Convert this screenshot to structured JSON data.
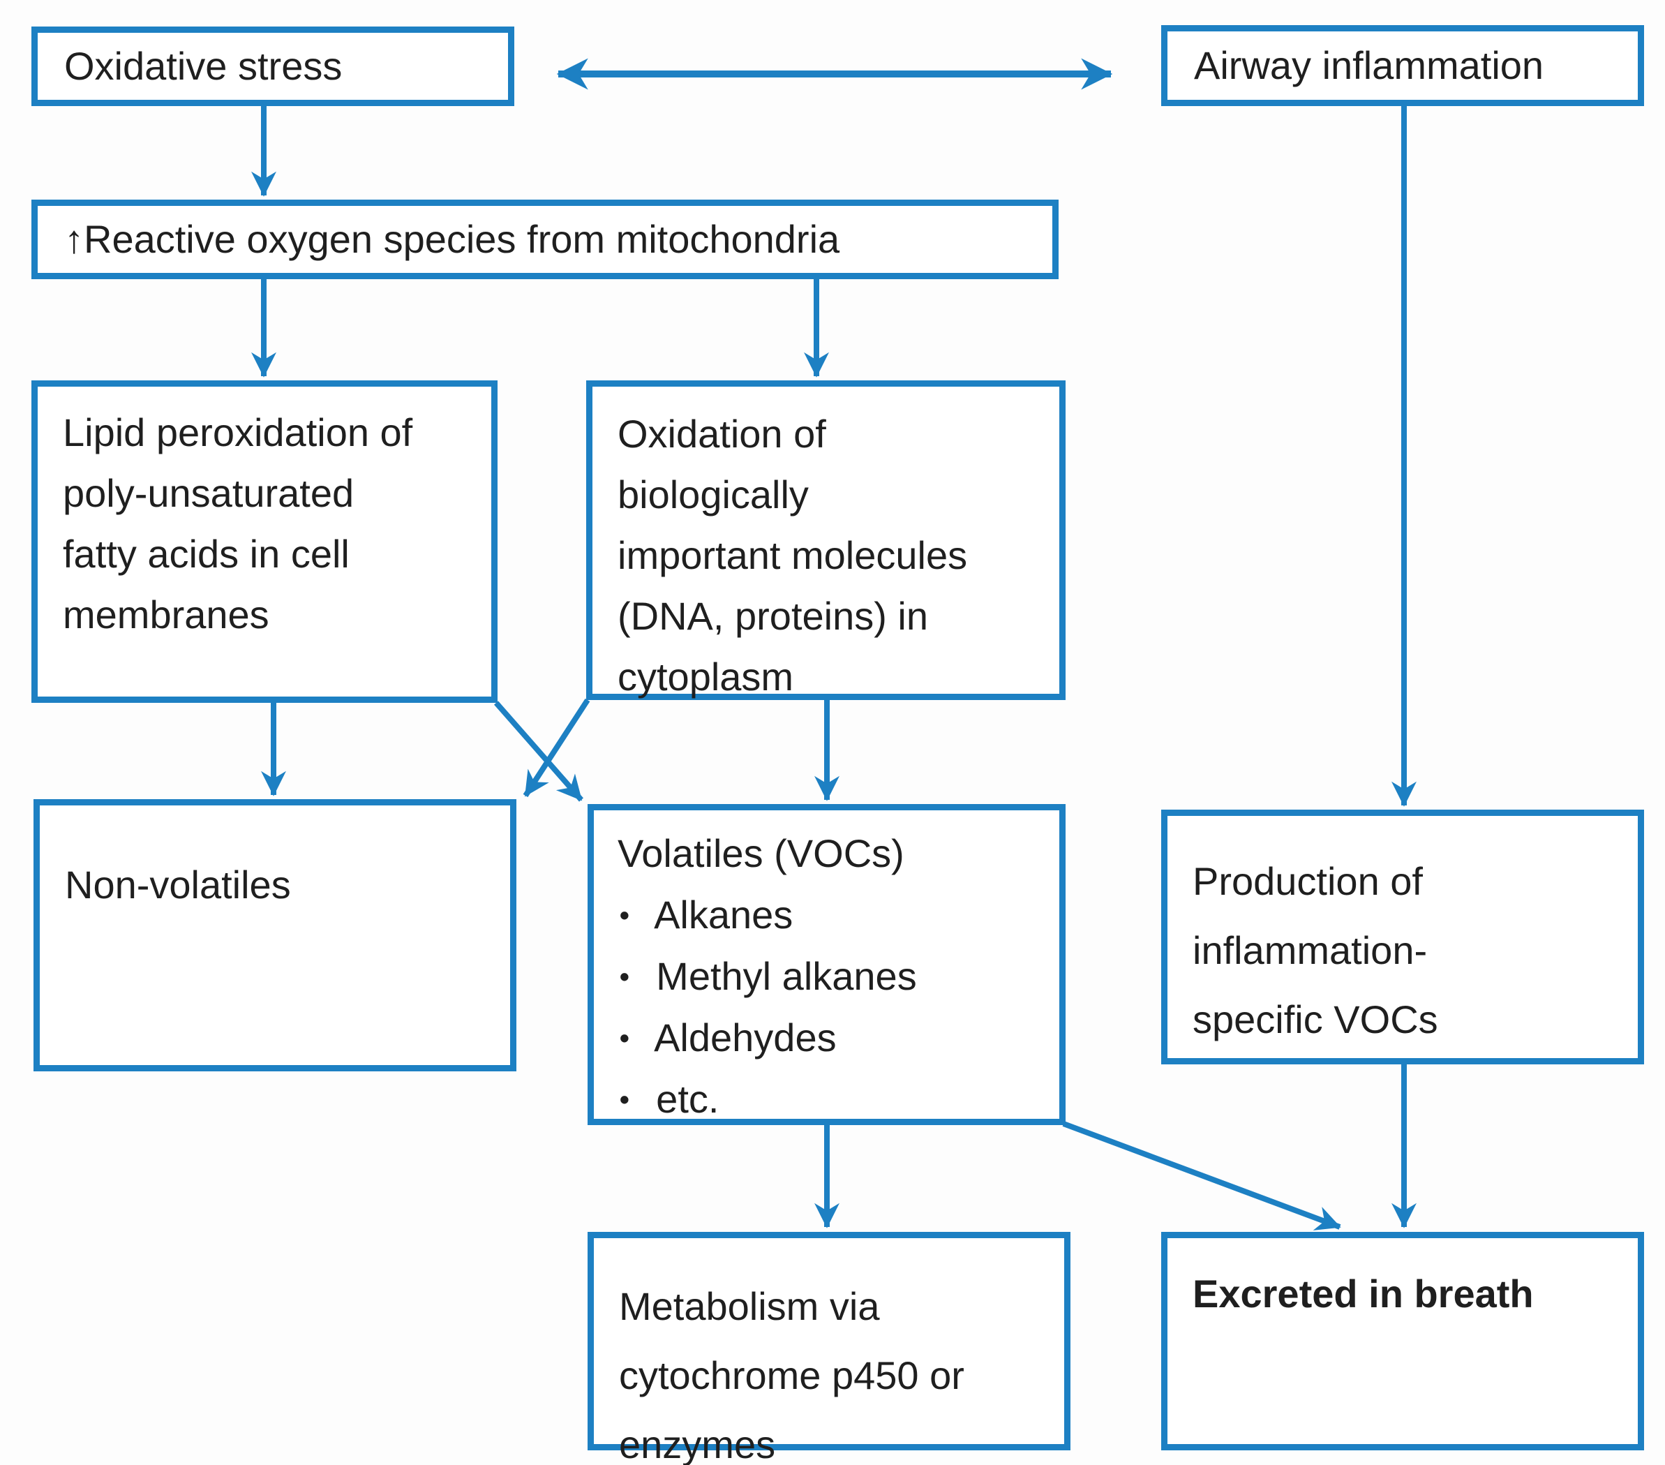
{
  "figure": {
    "type": "flowchart",
    "line_color": "#1d80c3",
    "text_color": "#1f1f1f",
    "background": "#fdfdfd"
  },
  "nodes": {
    "oxidative_stress": {
      "label": "Oxidative stress"
    },
    "airway_inflammation": {
      "label": "Airway inflammation"
    },
    "reactive_oxygen_species": {
      "label": "↑Reactive oxygen species from mitochondria"
    },
    "lipid_peroxidation": {
      "lines": [
        "Lipid peroxidation of",
        "poly-unsaturated",
        "fatty acids in cell",
        "membranes"
      ]
    },
    "oxidation_molecules": {
      "lines": [
        "Oxidation of",
        "biologically",
        "important molecules",
        "(DNA, proteins) in",
        "cytoplasm"
      ]
    },
    "non_volatiles": {
      "label": "Non-volatiles"
    },
    "volatiles": {
      "title": "Volatiles (VOCs)",
      "bullet": "•",
      "items": [
        "Alkanes",
        "Methyl alkanes",
        "Aldehydes",
        "etc."
      ]
    },
    "production_vocs": {
      "lines": [
        "Production of",
        "inflammation-",
        "specific VOCs"
      ]
    },
    "metabolism": {
      "lines": [
        "Metabolism via",
        "cytochrome p450 or",
        "enzymes"
      ]
    },
    "excreted_in_breath": {
      "label": "Excreted in breath"
    }
  },
  "edges": [
    {
      "from": "oxidative_stress",
      "to": "airway_inflammation",
      "style": "double-headed"
    },
    {
      "from": "oxidative_stress",
      "to": "reactive_oxygen_species",
      "style": "arrow"
    },
    {
      "from": "reactive_oxygen_species",
      "to": "lipid_peroxidation",
      "style": "arrow"
    },
    {
      "from": "reactive_oxygen_species",
      "to": "oxidation_molecules",
      "style": "arrow"
    },
    {
      "from": "lipid_peroxidation",
      "to": "non_volatiles",
      "style": "arrow"
    },
    {
      "from": "lipid_peroxidation",
      "to": "volatiles",
      "style": "arrow-diagonal"
    },
    {
      "from": "oxidation_molecules",
      "to": "non_volatiles",
      "style": "arrow-diagonal"
    },
    {
      "from": "oxidation_molecules",
      "to": "volatiles",
      "style": "arrow"
    },
    {
      "from": "airway_inflammation",
      "to": "production_vocs",
      "style": "arrow"
    },
    {
      "from": "volatiles",
      "to": "metabolism",
      "style": "arrow"
    },
    {
      "from": "volatiles",
      "to": "excreted_in_breath",
      "style": "arrow-diagonal"
    },
    {
      "from": "production_vocs",
      "to": "excreted_in_breath",
      "style": "arrow"
    }
  ]
}
